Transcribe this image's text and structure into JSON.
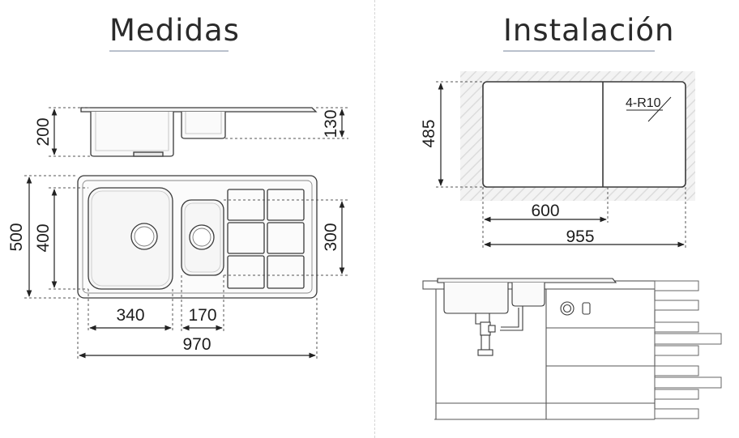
{
  "headings": {
    "medidas": "Medidas",
    "instalacion": "Instalación"
  },
  "medidas": {
    "side_profile": {
      "depth_large_bowl": "200",
      "depth_small_bowl": "130"
    },
    "top_view": {
      "overall_depth": "500",
      "large_bowl_depth": "400",
      "small_bowl_depth": "300",
      "large_bowl_width": "340",
      "small_bowl_width": "170",
      "overall_width": "970"
    }
  },
  "instalacion": {
    "cutout": {
      "depth": "485",
      "first_section": "600",
      "overall_width": "955",
      "corner_radius": "4-R10"
    }
  },
  "colors": {
    "line": "#3a3a3a",
    "dashed": "#555555",
    "hatch": "#e4e4e4",
    "heading_underline": "#b9c0cc"
  }
}
